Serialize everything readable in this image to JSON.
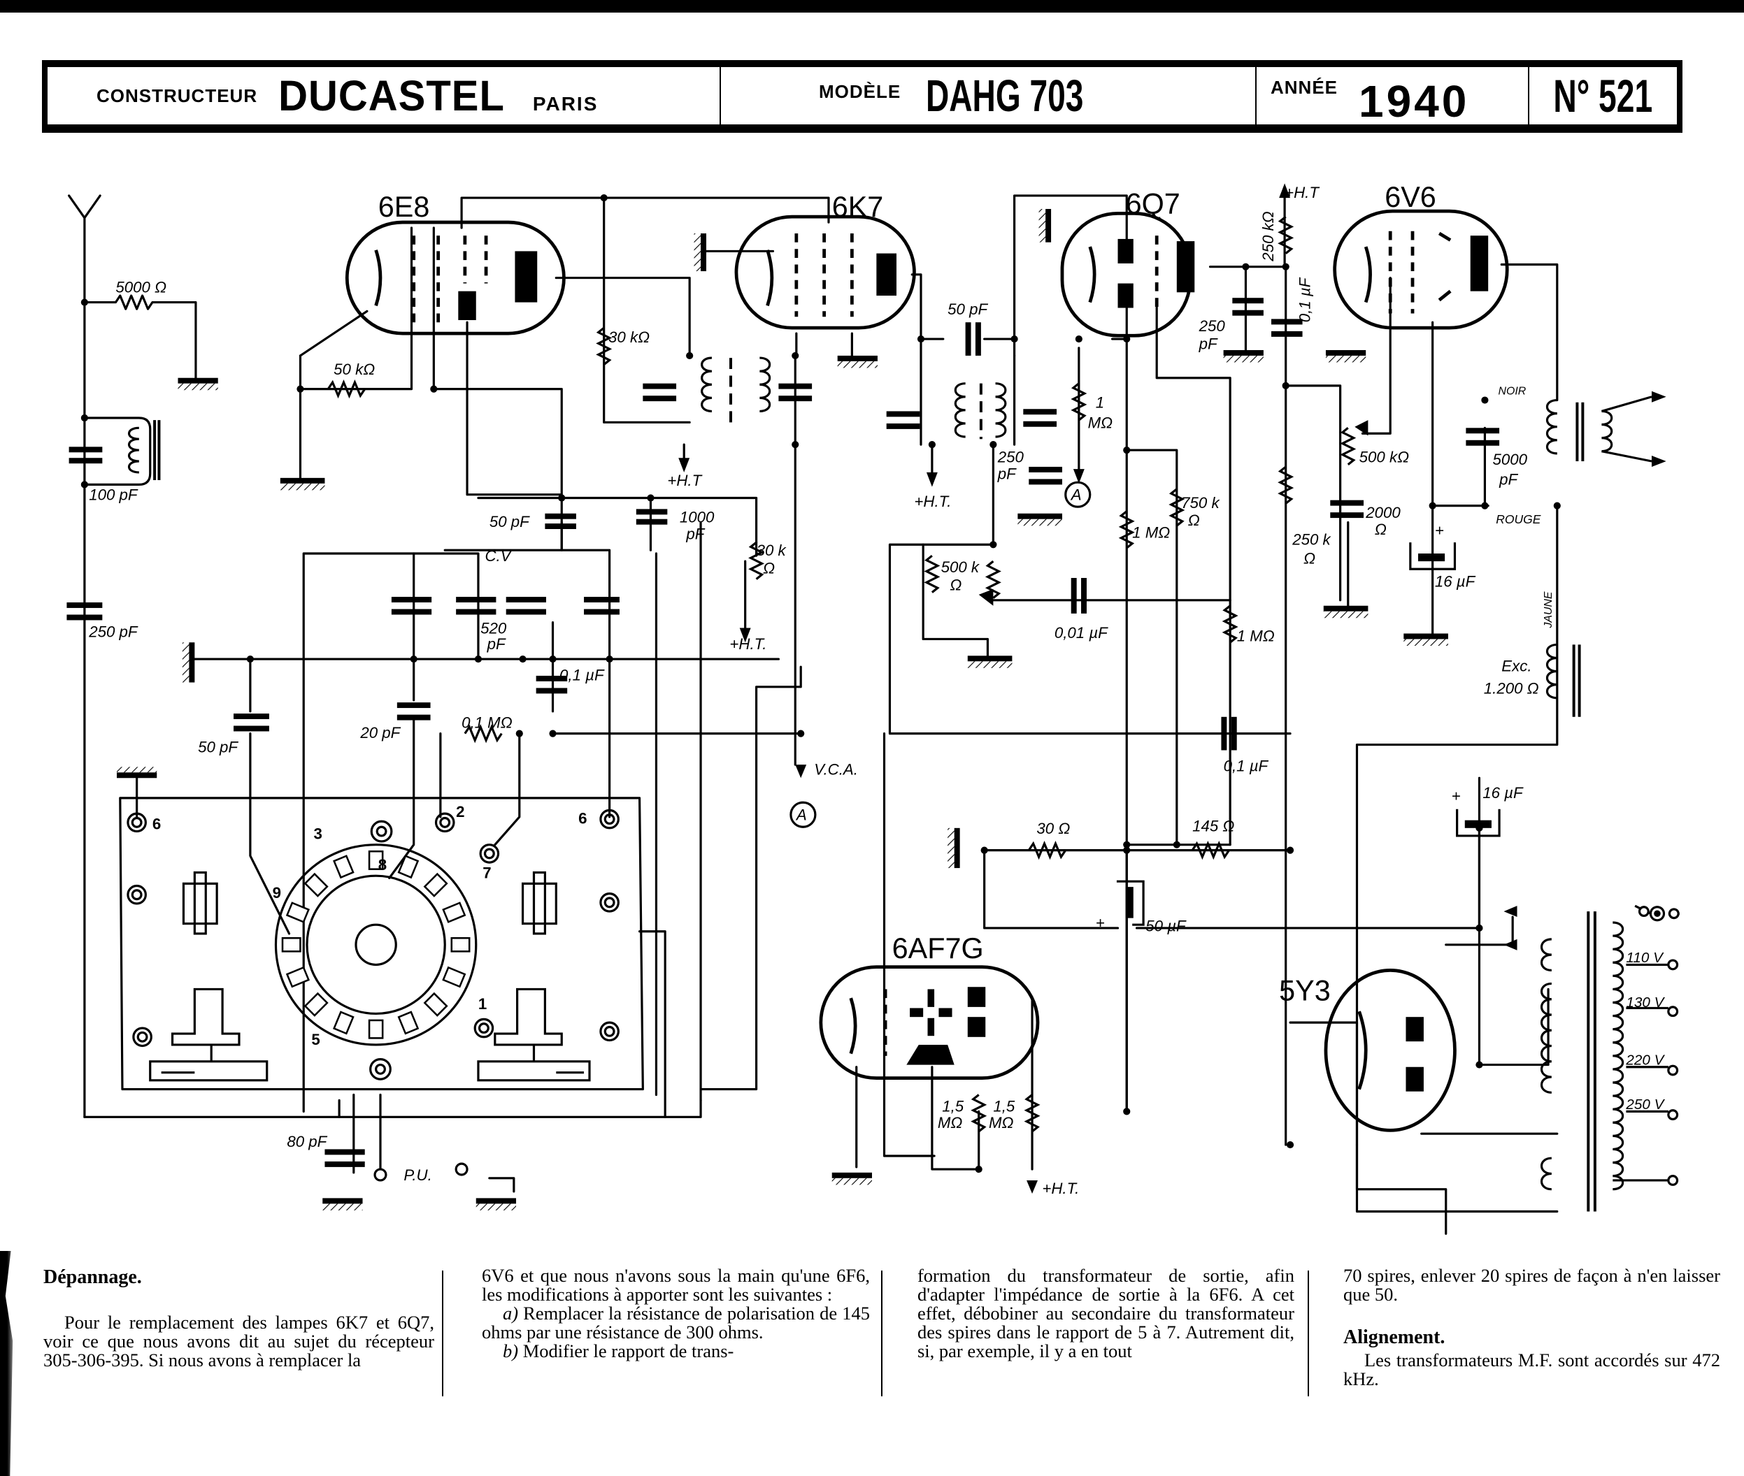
{
  "header": {
    "constructeur_label": "CONSTRUCTEUR",
    "constructeur": "DUCASTEL",
    "city": "PARIS",
    "modele_label": "MODÈLE",
    "modele": "DAHG 703",
    "annee_label": "ANNÉE",
    "annee": "1940",
    "numero": "N° 521"
  },
  "tubes": {
    "frequency_changer": "6E8",
    "if_amplifier": "6K7",
    "detector_preamp": "6Q7",
    "output": "6V6",
    "tuning_indicator": "6AF7G",
    "rectifier": "5Y3"
  },
  "components": {
    "r_antenna": "5000 Ω",
    "c_antenna_coil": "100 pF",
    "c_antenna_series": "250 pF",
    "r_osc_grid": "50 kΩ",
    "r_screen_6e8": "30 kΩ",
    "c_osc_pad": "50 pF",
    "c_1000": "1000",
    "c_1000_unit": "pF",
    "ht_label": "+H.T",
    "ht_label2": "+H.T.",
    "r_30k": "30 k",
    "r_30k_unit": "Ω",
    "cv_label": "C.V",
    "cv_value": "520",
    "cv_unit": "pF",
    "c_01uf_a": "0,1 µF",
    "c_50pf_b": "50 pF",
    "c_20pf": "20 pF",
    "r_01mohm": "0,1 MΩ",
    "vca_label": "V.C.A.",
    "node_a": "A",
    "c_50pf_if": "50 pF",
    "c_250pf_det": "250",
    "c_250pf_det_unit": "pF",
    "r_1mohm_a": "1",
    "r_1mohm_a_unit": "MΩ",
    "pot_500k": "500 k",
    "pot_500k_unit": "Ω",
    "c_001uf": "0,01 µF",
    "r_1mohm_b": "1 MΩ",
    "r_750k": "750 k",
    "r_750k_unit": "Ω",
    "r_1mohm_c": "1 MΩ",
    "c_01uf_b": "0,1 µF",
    "r_250kohm": "250 kΩ",
    "c_01uf_coupling": "0,1 µF",
    "c_250pf_plate": "250",
    "c_250pf_plate_unit": "pF",
    "r_250k_grid": "250 k",
    "r_250k_grid_unit": "Ω",
    "pot_500kohm": "500 kΩ",
    "r_2000": "2000",
    "r_2000_unit": "Ω",
    "c_5000pf": "5000",
    "c_5000pf_unit": "pF",
    "wire_noir": "NOIR",
    "wire_rouge": "ROUGE",
    "wire_jaune": "JAUNE",
    "c_16uf_a": "16 µF",
    "c_16uf_b": "16 µF",
    "exc_label": "Exc.",
    "exc_value": "1.200 Ω",
    "r_30ohm": "30 Ω",
    "r_145ohm": "145 Ω",
    "c_50uf": "50 µF",
    "r_15mohm_a": "1,5",
    "r_15mohm_b": "1,5",
    "mohm_unit": "MΩ",
    "c_80pf": "80 pF",
    "pickup": "P.U.",
    "v110": "110 V",
    "v130": "130 V",
    "v220": "220 V",
    "v250": "250 V",
    "plus": "+"
  },
  "switch_pins": [
    "1",
    "2",
    "3",
    "5",
    "6",
    "6",
    "7",
    "8",
    "9"
  ],
  "article": {
    "depannage_title": "Dépannage.",
    "depannage_p1": "Pour le remplacement des lampes 6K7 et 6Q7, voir ce que nous avons dit au sujet du récepteur 305-306-395. Si nous avons à remplacer la",
    "col2_p1": "6V6 et que nous n'avons sous la main qu'une 6F6, les modifications à apporter sont les suivantes :",
    "col2_a_tag": "a)",
    "col2_a": "Remplacer la résistance de polarisation de 145 ohms par une résistance de 300 ohms.",
    "col2_b_tag": "b)",
    "col2_b": "Modifier le rapport de trans-",
    "col3_p1": "formation du transformateur de sortie, afin d'adapter l'impédance de sortie à la 6F6. A cet effet, débobiner au secondaire du transformateur des spires dans le rapport de 5 à 7. Autrement dit, si, par exemple, il y a en tout",
    "col4_p1": "70 spires, enlever 20 spires de façon à n'en laisser que 50.",
    "alignement_title": "Alignement.",
    "alignement_p1": "Les transformateurs M.F. sont accordés sur 472 kHz."
  }
}
